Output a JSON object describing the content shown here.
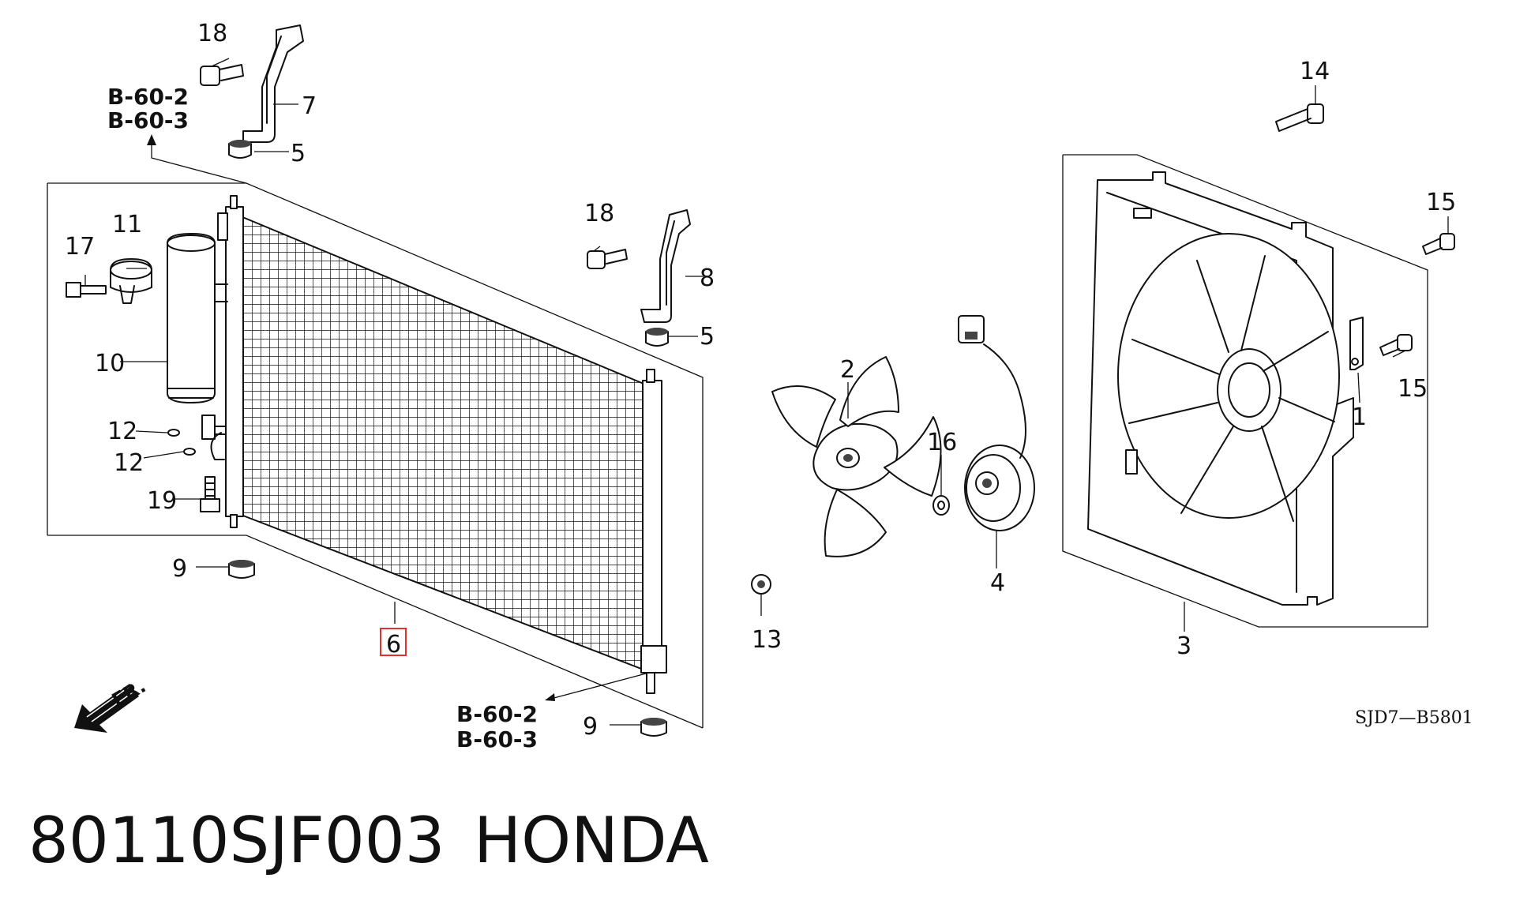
{
  "diagram": {
    "callouts": {
      "c1": "1",
      "c2": "2",
      "c3": "3",
      "c4": "4",
      "c5a": "5",
      "c5b": "5",
      "c6": "6",
      "c7": "7",
      "c8": "8",
      "c9a": "9",
      "c9b": "9",
      "c10": "10",
      "c11": "11",
      "c12a": "12",
      "c12b": "12",
      "c13": "13",
      "c14": "14",
      "c15a": "15",
      "c15b": "15",
      "c16": "16",
      "c17": "17",
      "c18a": "18",
      "c18b": "18",
      "c19": "19"
    },
    "refs": {
      "top_line1": "B-60-2",
      "top_line2": "B-60-3",
      "bottom_line1": "B-60-2",
      "bottom_line2": "B-60-3"
    },
    "front_marker": "FR.",
    "diagram_code": "SJD7—B5801",
    "highlighted_part": "6",
    "highlight_color": "#e03030"
  },
  "caption": {
    "part_number": "80110SJF003",
    "brand": "HONDA"
  }
}
